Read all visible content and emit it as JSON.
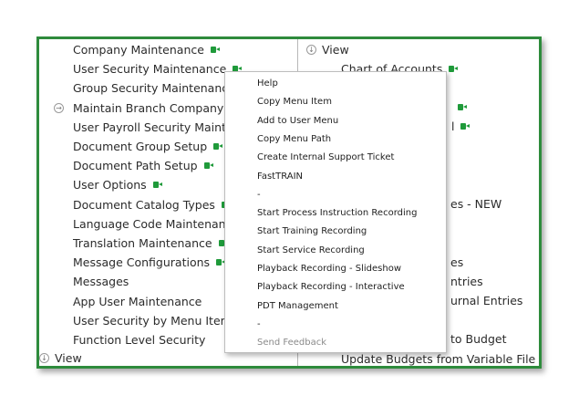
{
  "left_panel": {
    "items": [
      {
        "label": "Company Maintenance",
        "recorded": true
      },
      {
        "label": "User Security Maintenance",
        "recorded": true
      },
      {
        "label": "Group Security Maintenance",
        "recorded": false
      },
      {
        "label": "Maintain Branch Company Co",
        "recorded": false
      },
      {
        "label": "User Payroll Security Mainter",
        "recorded": false
      },
      {
        "label": "Document Group Setup",
        "recorded": true
      },
      {
        "label": "Document Path Setup",
        "recorded": true
      },
      {
        "label": "User Options",
        "recorded": true
      },
      {
        "label": "Document Catalog Types",
        "recorded": true
      },
      {
        "label": "Language Code Maintenance",
        "recorded": false
      },
      {
        "label": "Translation Maintenance",
        "recorded": true
      },
      {
        "label": "Message Configurations",
        "recorded": true
      },
      {
        "label": "Messages",
        "recorded": false
      },
      {
        "label": "App User Maintenance",
        "recorded": false
      },
      {
        "label": "User Security by Menu Item",
        "recorded": false
      },
      {
        "label": "Function Level Security",
        "recorded": false
      }
    ],
    "group_label": "View"
  },
  "right_panel": {
    "group_label": "View",
    "visible_fragments": [
      {
        "text": "Chart of Accounts",
        "recorded": true
      },
      {
        "text": "",
        "recorded": true
      },
      {
        "text": "l",
        "recorded": true
      },
      {
        "text": "es - NEW",
        "recorded": false
      },
      {
        "text": "es",
        "recorded": false
      },
      {
        "text": "ntries",
        "recorded": false
      },
      {
        "text": "urnal Entries",
        "recorded": false
      },
      {
        "text": "to Budget",
        "recorded": false
      },
      {
        "text": "Update Budgets from Variable File",
        "recorded": false
      }
    ]
  },
  "context_menu": {
    "items": [
      {
        "label": "Help",
        "enabled": true
      },
      {
        "label": "Copy Menu Item",
        "enabled": true
      },
      {
        "label": "Add to User Menu",
        "enabled": true
      },
      {
        "label": "Copy Menu Path",
        "enabled": true
      },
      {
        "label": "Create Internal Support Ticket",
        "enabled": true
      },
      {
        "label": "FastTRAIN",
        "enabled": true
      },
      {
        "label": "-",
        "enabled": true
      },
      {
        "label": "Start Process Instruction Recording",
        "enabled": true
      },
      {
        "label": "Start Training Recording",
        "enabled": true
      },
      {
        "label": "Start Service Recording",
        "enabled": true
      },
      {
        "label": "Playback Recording - Slideshow",
        "enabled": true
      },
      {
        "label": "Playback Recording - Interactive",
        "enabled": true
      },
      {
        "label": "PDT Management",
        "enabled": true
      },
      {
        "label": "-",
        "enabled": true
      },
      {
        "label": "Send Feedback",
        "enabled": false
      }
    ]
  },
  "colors": {
    "frame_border": "#2e8b3c",
    "recording_icon": "#1f9a3a"
  },
  "icons": {
    "recorded": "video-camera-icon",
    "expand": "circle-arrow-icon"
  }
}
